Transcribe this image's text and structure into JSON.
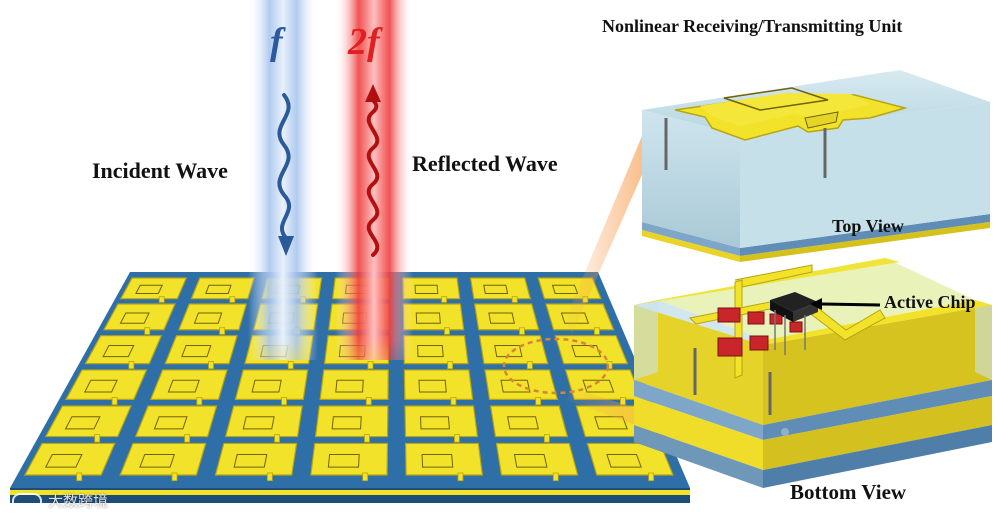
{
  "labels": {
    "unit_title": "Nonlinear Receiving/Transmitting Unit",
    "incident_wave": "Incident Wave",
    "reflected_wave": "Reflected Wave",
    "top_view": "Top View",
    "bottom_view": "Bottom View",
    "active_chip": "Active Chip",
    "incident_symbol": "f",
    "reflected_symbol": "2f"
  },
  "watermark": {
    "text": "大数跨境"
  },
  "colors": {
    "patch": "#f2e22a",
    "patch_edge": "#b7a412",
    "board_blue": "#2f6fa8",
    "substrate": "#bfd9e6",
    "incident_beam": "#8fb4e6",
    "reflected_beam": "#ee3030",
    "chip": "#111111",
    "component": "#c8262b"
  }
}
